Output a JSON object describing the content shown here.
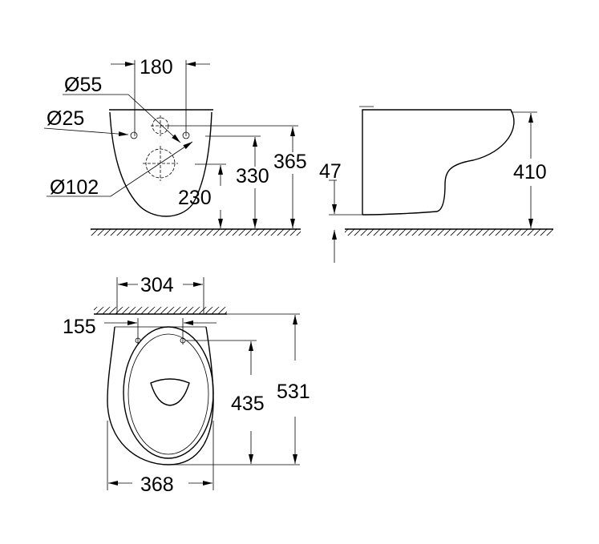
{
  "title": "Wall-hung WC dimension drawing",
  "front_view": {
    "dim_180": "180",
    "dim_d55": "Ø55",
    "dim_d25": "Ø25",
    "dim_d102": "Ø102",
    "dim_230": "230",
    "dim_330": "330",
    "dim_365": "365"
  },
  "side_view": {
    "dim_47": "47",
    "dim_410": "410"
  },
  "top_view": {
    "dim_304": "304",
    "dim_155": "155",
    "dim_435": "435",
    "dim_531": "531",
    "dim_368": "368"
  }
}
